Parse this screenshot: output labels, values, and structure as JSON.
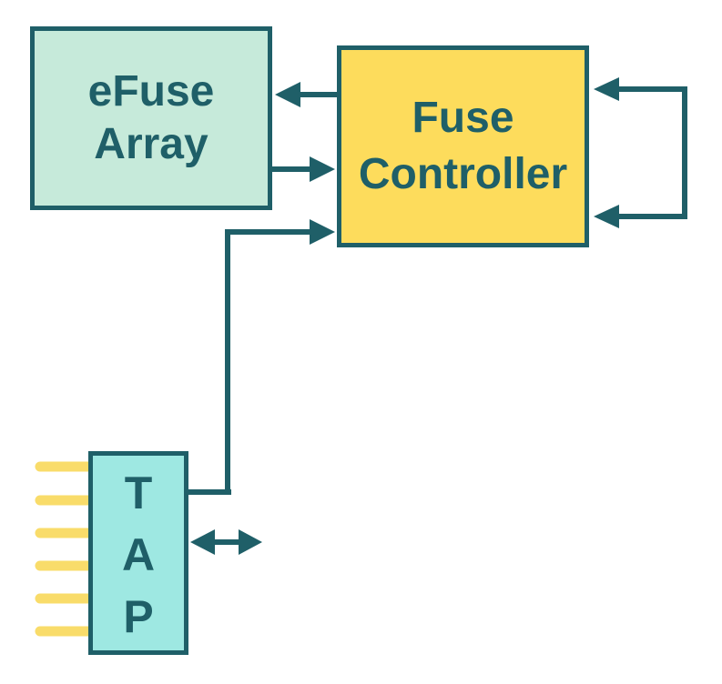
{
  "diagram": {
    "blocks": {
      "efuse_array": {
        "line1": "eFuse",
        "line2": "Array",
        "fill": "#c6eada"
      },
      "fuse_controller": {
        "line1": "Fuse",
        "line2": "Controller",
        "fill": "#fddc5c"
      },
      "tap": {
        "letters": [
          "T",
          "A",
          "P"
        ],
        "fill": "#9ee8e2"
      }
    },
    "colors": {
      "stroke": "#1f5f68",
      "pins": "#f9dc6a"
    },
    "connections": [
      {
        "from": "fuse_controller",
        "to": "efuse_array",
        "type": "arrow"
      },
      {
        "from": "efuse_array",
        "to": "fuse_controller",
        "type": "arrow"
      },
      {
        "from": "tap",
        "to": "fuse_controller",
        "type": "arrow"
      },
      {
        "from": "fuse_controller",
        "to": "fuse_controller",
        "type": "feedback-loop"
      },
      {
        "from": "tap",
        "to": "external",
        "type": "bidirectional-arrow"
      }
    ],
    "tap_pin_count": 6
  }
}
